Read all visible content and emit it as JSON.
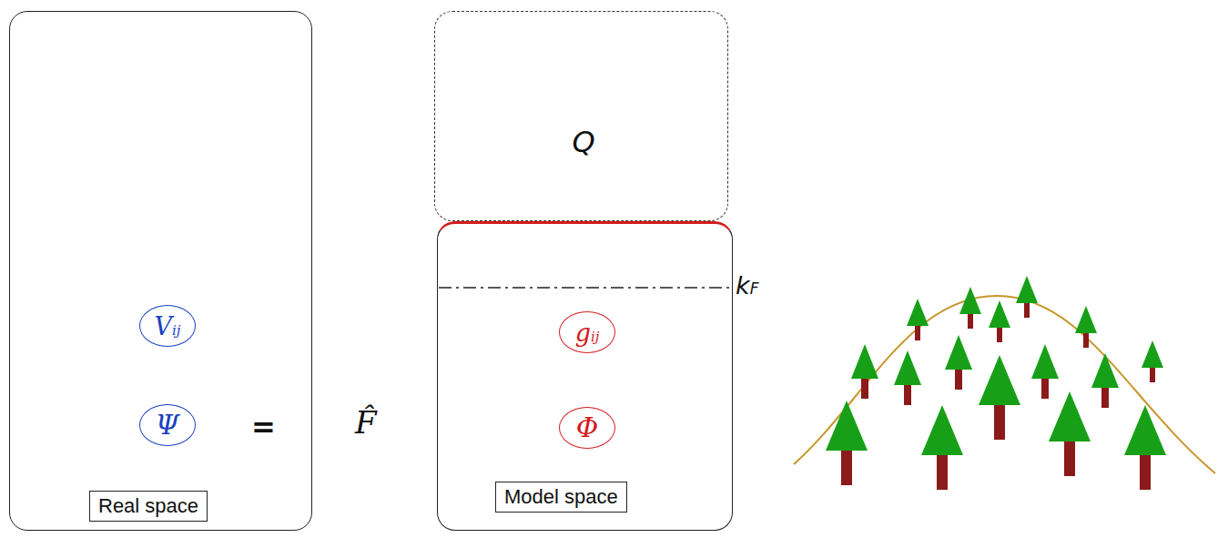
{
  "diagram": {
    "nodes": [
      {
        "text": [
          "Real space"
        ]
      },
      {
        "text": [
          "Vij"
        ],
        "in": 0
      },
      {
        "text": [
          "Ψ"
        ],
        "in": 0
      },
      {
        "text": [
          "Q"
        ]
      },
      {
        "text": [
          "Model space"
        ]
      },
      {
        "text": [
          "gij"
        ],
        "in": 4
      },
      {
        "text": [
          "Φ"
        ],
        "in": 4
      }
    ],
    "labels": [
      "=",
      "F̂",
      "kF"
    ]
  }
}
